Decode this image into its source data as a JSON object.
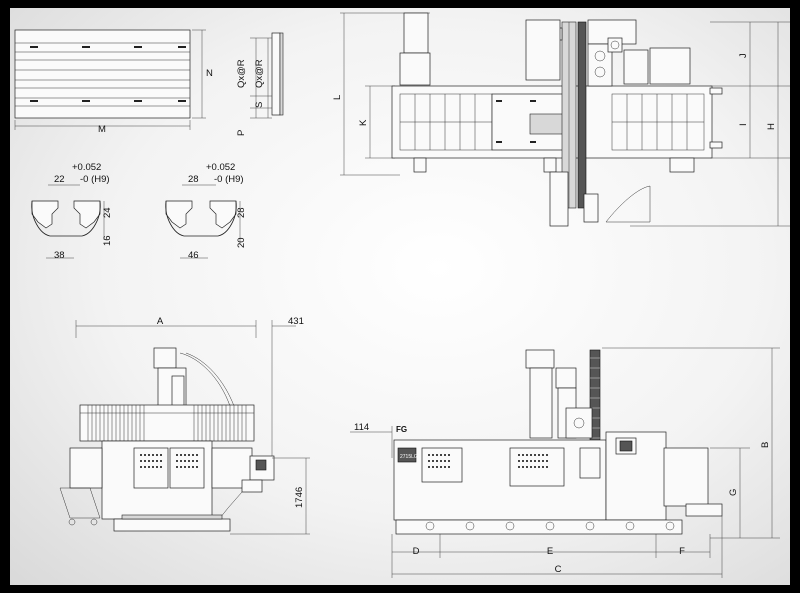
{
  "slot_table": {
    "width_label": "M",
    "depth_label": "N",
    "pitch_label": "Qx@R",
    "side_labels": [
      "Qx@R",
      "S",
      "P"
    ]
  },
  "slot_22": {
    "tolerance_upper": "+0.052",
    "tolerance_lower": "-0 (H9)",
    "slot_width": "22",
    "slot_depth": "24",
    "base_height": "16",
    "base_width": "38"
  },
  "slot_28": {
    "tolerance_upper": "+0.052",
    "tolerance_lower": "-0 (H9)",
    "slot_width": "28",
    "slot_depth": "28",
    "base_height": "20",
    "base_width": "46"
  },
  "top_view": {
    "labels": {
      "L": "L",
      "K": "K",
      "J": "J",
      "I": "I",
      "H": "H"
    }
  },
  "front_view": {
    "width_label": "A",
    "offset": "431",
    "height": "1746"
  },
  "side_view": {
    "offset": "114",
    "labels": {
      "B": "B",
      "G": "G",
      "D": "D",
      "E": "E",
      "F": "F",
      "C": "C"
    },
    "brand": "FG",
    "model": "2715LG"
  }
}
